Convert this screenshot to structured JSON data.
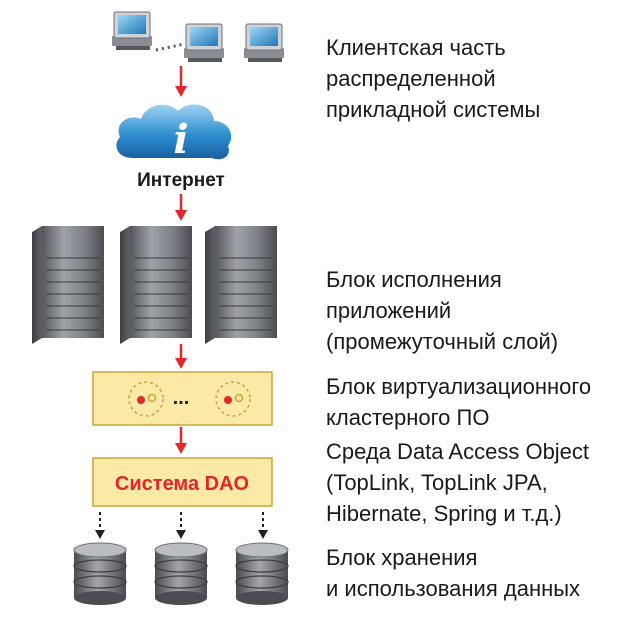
{
  "internet_label": "Интернет",
  "dao_box_label": "Система DAO",
  "virt_ellipsis": "...",
  "labels": {
    "client": [
      "Клиентская часть",
      "распределенной",
      "прикладной системы"
    ],
    "app_servers": [
      "Блок исполнения",
      "приложений",
      "(промежуточный слой)"
    ],
    "virtualization": [
      "Блок виртуализационного",
      "кластерного ПО"
    ],
    "dao": [
      "Среда Data Access Object",
      "(TopLink, TopLink JPA,",
      "Hibernate, Spring и т.д.)"
    ],
    "storage": [
      "Блок хранения",
      "и использования данных"
    ]
  },
  "colors": {
    "arrow": "#e3262a",
    "box_fill": "#fbe9a6",
    "box_border": "#c9a53a",
    "dao_text": "#e3262a",
    "cloud": "#2f8fd0",
    "server": "#7c7f86",
    "db": "#6c6f76"
  },
  "icons": {
    "client": "desktop-computer-icon",
    "internet": "cloud-info-icon",
    "server": "server-tower-icon",
    "node": "cluster-node-icon",
    "storage": "database-icon"
  }
}
